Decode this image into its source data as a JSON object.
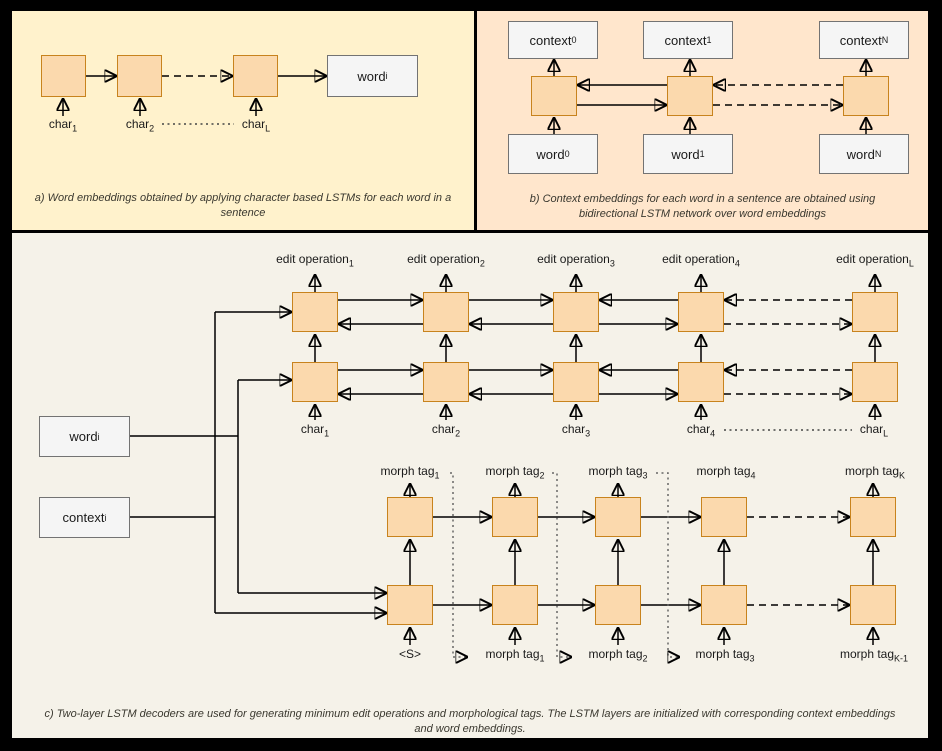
{
  "colors": {
    "canvas_bg": "#000000",
    "panel_a_bg": "#FFF2CC",
    "panel_b_bg": "#FFE6CC",
    "panel_c_bg": "#F5F2E9",
    "lstm_fill": "#FBD9AD",
    "lstm_border": "#C8831D",
    "io_fill": "#F5F5F5",
    "io_border": "#737373",
    "caption_color": "#3A382F",
    "arrow_color": "#000000"
  },
  "panel_a": {
    "caption": "a) Word embeddings obtained by applying character based LSTMs for each word in a sentence",
    "word_box": {
      "text": "word",
      "sub": "i"
    },
    "char_labels": [
      {
        "text": "char",
        "sub": "1"
      },
      {
        "text": "char",
        "sub": "2"
      },
      {
        "text": "char",
        "sub": "L"
      }
    ]
  },
  "panel_b": {
    "caption": "b) Context embeddings for each word in a sentence are obtained using bidirectional LSTM network over word embeddings",
    "context_labels": [
      {
        "text": "context",
        "sub": "0"
      },
      {
        "text": "context",
        "sub": "1"
      },
      {
        "text": "context",
        "sub": "N"
      }
    ],
    "word_labels": [
      {
        "text": "word",
        "sub": "0"
      },
      {
        "text": "word",
        "sub": "1"
      },
      {
        "text": "word",
        "sub": "N"
      }
    ]
  },
  "panel_c": {
    "caption": "c) Two-layer LSTM decoders are used for generating minimum edit operations and morphological tags. The LSTM layers are initialized with corresponding context embeddings and word embeddings.",
    "word_box": {
      "text": "word",
      "sub": "i"
    },
    "context_box": {
      "text": "context",
      "sub": "i"
    },
    "edit_labels": [
      {
        "text": "edit operation",
        "sub": "1"
      },
      {
        "text": "edit operation",
        "sub": "2"
      },
      {
        "text": "edit operation",
        "sub": "3"
      },
      {
        "text": "edit operation",
        "sub": "4"
      },
      {
        "text": "edit operation",
        "sub": "L"
      }
    ],
    "char_labels": [
      {
        "text": "char",
        "sub": "1"
      },
      {
        "text": "char",
        "sub": "2"
      },
      {
        "text": "char",
        "sub": "3"
      },
      {
        "text": "char",
        "sub": "4"
      },
      {
        "text": "char",
        "sub": "L"
      }
    ],
    "morph_top_labels": [
      {
        "text": "morph tag",
        "sub": "1"
      },
      {
        "text": "morph tag",
        "sub": "2"
      },
      {
        "text": "morph tag",
        "sub": "3"
      },
      {
        "text": "morph tag",
        "sub": "4"
      },
      {
        "text": "morph tag",
        "sub": "K"
      }
    ],
    "morph_bottom_labels": [
      {
        "text": "<S>",
        "sub": ""
      },
      {
        "text": "morph tag",
        "sub": "1"
      },
      {
        "text": "morph tag",
        "sub": "2"
      },
      {
        "text": "morph tag",
        "sub": "3"
      },
      {
        "text": "morph tag",
        "sub": "K-1"
      }
    ]
  }
}
